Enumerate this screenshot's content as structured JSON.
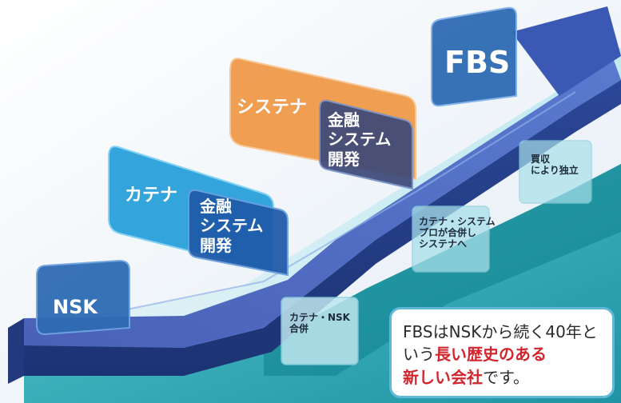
{
  "diagram": {
    "stages": [
      {
        "name": "NSK",
        "color": "#2f6bb3"
      },
      {
        "name": "カテナ",
        "color": "#2aa0dc"
      },
      {
        "name": "システナ",
        "color": "#f09a4a"
      },
      {
        "name": "FBS",
        "color": "#2f6bb3"
      }
    ],
    "kinyu_panels": [
      {
        "lines": [
          "金融",
          "システム",
          "開発"
        ]
      },
      {
        "lines": [
          "金融",
          "システム",
          "開発"
        ]
      }
    ],
    "milestones": [
      {
        "lines": [
          "カテナ・NSK",
          "合併"
        ]
      },
      {
        "lines": [
          "カテナ・システム",
          "プロが合併し",
          "システナへ"
        ]
      },
      {
        "lines": [
          "買収",
          "により独立"
        ]
      }
    ],
    "callout": {
      "part1": "FBSはNSKから続く40年という",
      "highlight1": "長い歴史のある",
      "highlight2": "新しい会社",
      "part2": "です。"
    },
    "colors": {
      "stair_dark": "#2c4f9b",
      "stair_teal": "#1f9fae",
      "highlight_red": "#d2262e",
      "callout_border": "#5fb8d9"
    }
  }
}
